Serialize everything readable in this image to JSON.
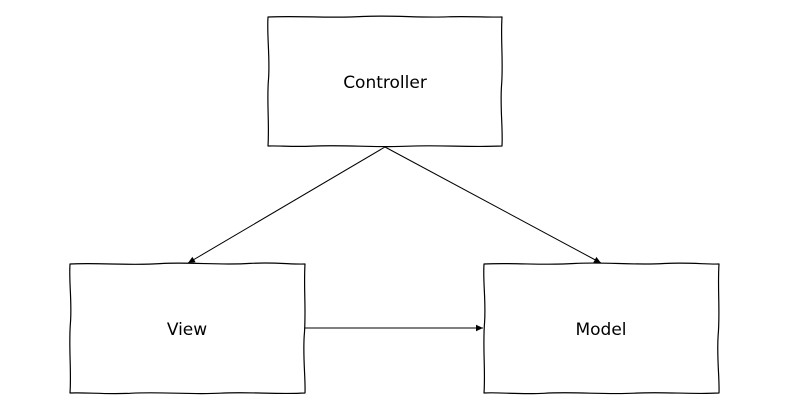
{
  "diagram": {
    "nodes": {
      "controller": {
        "label": "Controller"
      },
      "view": {
        "label": "View"
      },
      "model": {
        "label": "Model"
      }
    },
    "edges": [
      {
        "from": "controller",
        "to": "view"
      },
      {
        "from": "controller",
        "to": "model"
      },
      {
        "from": "view",
        "to": "model"
      }
    ],
    "colors": {
      "stroke": "#000000",
      "fill": "#ffffff",
      "background": "#ffffff"
    },
    "style": "hand-drawn sketch"
  }
}
